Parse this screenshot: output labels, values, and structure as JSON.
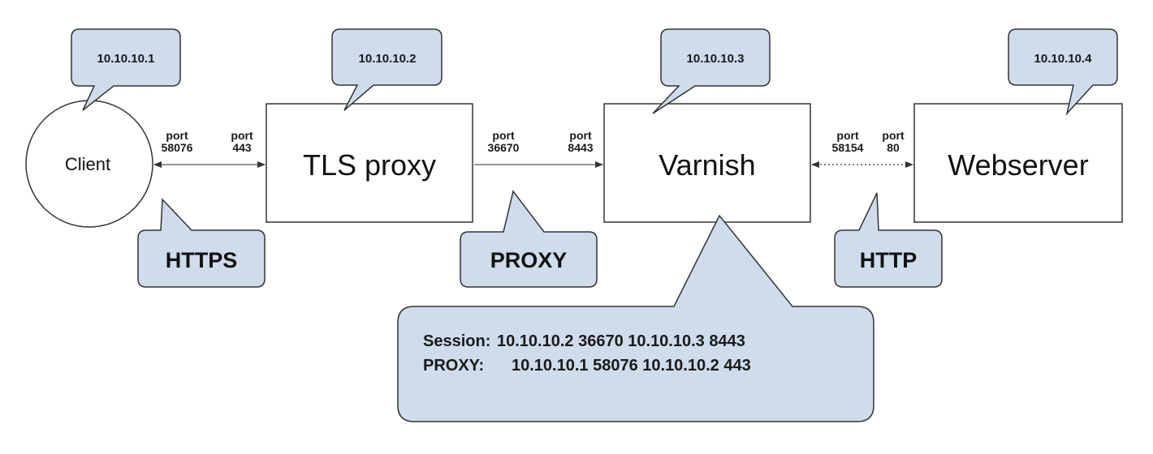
{
  "nodes": {
    "client": {
      "label": "Client",
      "ip": "10.10.10.1"
    },
    "tls_proxy": {
      "label": "TLS proxy",
      "ip": "10.10.10.2"
    },
    "varnish": {
      "label": "Varnish",
      "ip": "10.10.10.3"
    },
    "webserver": {
      "label": "Webserver",
      "ip": "10.10.10.4"
    }
  },
  "links": {
    "client_tls": {
      "src_port": {
        "word": "port",
        "num": "58076"
      },
      "dst_port": {
        "word": "port",
        "num": "443"
      },
      "protocol": "HTTPS"
    },
    "tls_varnish": {
      "src_port": {
        "word": "port",
        "num": "36670"
      },
      "dst_port": {
        "word": "port",
        "num": "8443"
      },
      "protocol": "PROXY"
    },
    "varnish_web": {
      "src_port": {
        "word": "port",
        "num": "58154"
      },
      "dst_port": {
        "word": "port",
        "num": "80"
      },
      "protocol": "HTTP"
    }
  },
  "session_info": {
    "session_label": "Session:",
    "session_value": "10.10.10.2 36670 10.10.10.3 8443",
    "proxy_label": "PROXY:",
    "proxy_value": "10.10.10.1 58076 10.10.10.2 443"
  },
  "colors": {
    "callout_fill": "#cfdcec",
    "outline": "#333333"
  }
}
